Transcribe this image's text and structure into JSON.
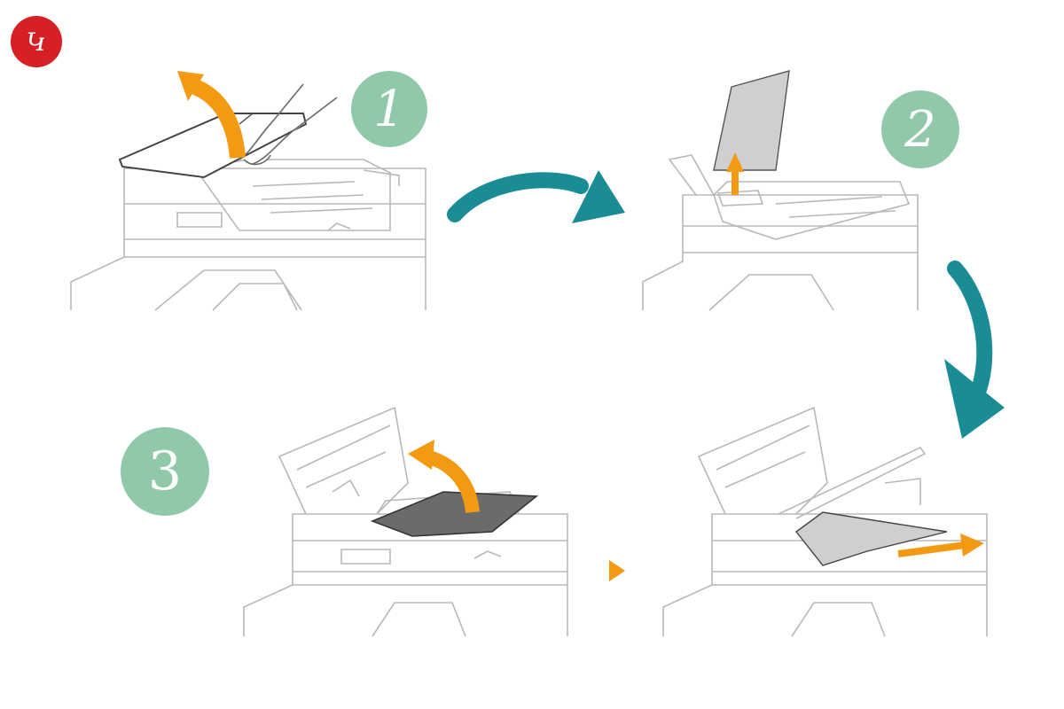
{
  "logo": {
    "text": "Կ",
    "color": "#d71f26"
  },
  "steps": [
    {
      "number": "1"
    },
    {
      "number": "2"
    },
    {
      "number": "3"
    }
  ],
  "colors": {
    "badge": "#8fc9a9",
    "flow_arrow": "#1a8c96",
    "action_arrow": "#f39a12",
    "line_art": "#b8b8b8",
    "paper": "#cfcfcf"
  },
  "icons": {
    "logo": "brand-logo-icon",
    "flow": "curved-arrow-icon",
    "action": "orange-arrow-icon",
    "sub_step": "triangle-play-icon"
  }
}
